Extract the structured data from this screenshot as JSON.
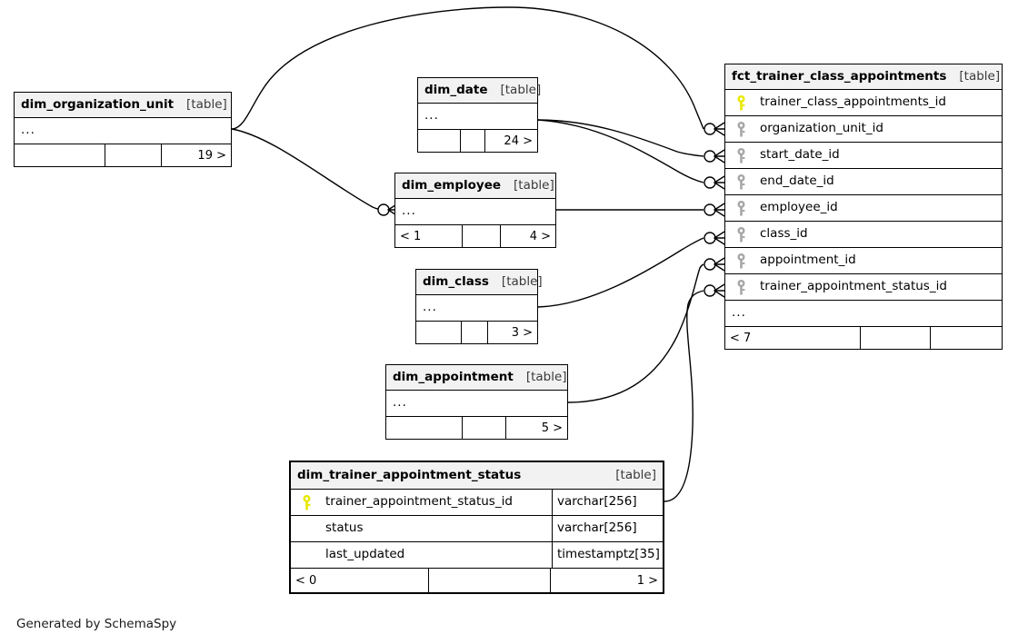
{
  "diagram": {
    "tool": "SchemaSpy",
    "credit": "Generated by SchemaSpy",
    "table_tag": "[table]",
    "ellipsis": "...",
    "colors": {
      "primary_key_icon": "#e8e800",
      "foreign_key_icon": "#a6a6a6",
      "header_background": "#f2f2f2",
      "border": "#000000",
      "canvas_background": "#ffffff"
    }
  },
  "tables": [
    {
      "id": "dim_organization_unit",
      "name": "dim_organization_unit",
      "tag": "[table]",
      "highlighted": false,
      "body_ellipsis": "...",
      "footer": {
        "left": "",
        "middle": "",
        "right": "19 >"
      }
    },
    {
      "id": "dim_date",
      "name": "dim_date",
      "tag": "[table]",
      "highlighted": false,
      "body_ellipsis": "...",
      "footer": {
        "left": "",
        "middle": "",
        "right": "24 >"
      }
    },
    {
      "id": "dim_employee",
      "name": "dim_employee",
      "tag": "[table]",
      "highlighted": false,
      "body_ellipsis": "...",
      "footer": {
        "left": "< 1",
        "middle": "",
        "right": "4 >"
      }
    },
    {
      "id": "dim_class",
      "name": "dim_class",
      "tag": "[table]",
      "highlighted": false,
      "body_ellipsis": "...",
      "footer": {
        "left": "",
        "middle": "",
        "right": "3 >"
      }
    },
    {
      "id": "dim_appointment",
      "name": "dim_appointment",
      "tag": "[table]",
      "highlighted": false,
      "body_ellipsis": "...",
      "footer": {
        "left": "",
        "middle": "",
        "right": "5 >"
      }
    },
    {
      "id": "fct_trainer_class_appointments",
      "name": "fct_trainer_class_appointments",
      "tag": "[table]",
      "highlighted": false,
      "body_ellipsis": "...",
      "columns": [
        {
          "name": "trainer_class_appointments_id",
          "key": "primary",
          "type": ""
        },
        {
          "name": "organization_unit_id",
          "key": "foreign",
          "type": ""
        },
        {
          "name": "start_date_id",
          "key": "foreign",
          "type": ""
        },
        {
          "name": "end_date_id",
          "key": "foreign",
          "type": ""
        },
        {
          "name": "employee_id",
          "key": "foreign",
          "type": ""
        },
        {
          "name": "class_id",
          "key": "foreign",
          "type": ""
        },
        {
          "name": "appointment_id",
          "key": "foreign",
          "type": ""
        },
        {
          "name": "trainer_appointment_status_id",
          "key": "foreign",
          "type": ""
        }
      ],
      "footer": {
        "left": "< 7",
        "middle": "",
        "right": ""
      }
    },
    {
      "id": "dim_trainer_appointment_status",
      "name": "dim_trainer_appointment_status",
      "tag": "[table]",
      "highlighted": true,
      "columns": [
        {
          "name": "trainer_appointment_status_id",
          "key": "primary",
          "type": "varchar[256]"
        },
        {
          "name": "status",
          "key": "none",
          "type": "varchar[256]"
        },
        {
          "name": "last_updated",
          "key": "none",
          "type": "timestamptz[35]"
        }
      ],
      "footer": {
        "left": "< 0",
        "middle": "",
        "right": "1 >"
      }
    }
  ],
  "relationships": [
    {
      "from": "dim_organization_unit",
      "to": "fct_trainer_class_appointments.organization_unit_id"
    },
    {
      "from": "dim_organization_unit",
      "to": "dim_employee"
    },
    {
      "from": "dim_date",
      "to": "fct_trainer_class_appointments.start_date_id"
    },
    {
      "from": "dim_date",
      "to": "fct_trainer_class_appointments.end_date_id"
    },
    {
      "from": "dim_employee",
      "to": "fct_trainer_class_appointments.employee_id"
    },
    {
      "from": "dim_class",
      "to": "fct_trainer_class_appointments.class_id"
    },
    {
      "from": "dim_appointment",
      "to": "fct_trainer_class_appointments.appointment_id"
    },
    {
      "from": "dim_trainer_appointment_status",
      "to": "fct_trainer_class_appointments.trainer_appointment_status_id"
    }
  ]
}
